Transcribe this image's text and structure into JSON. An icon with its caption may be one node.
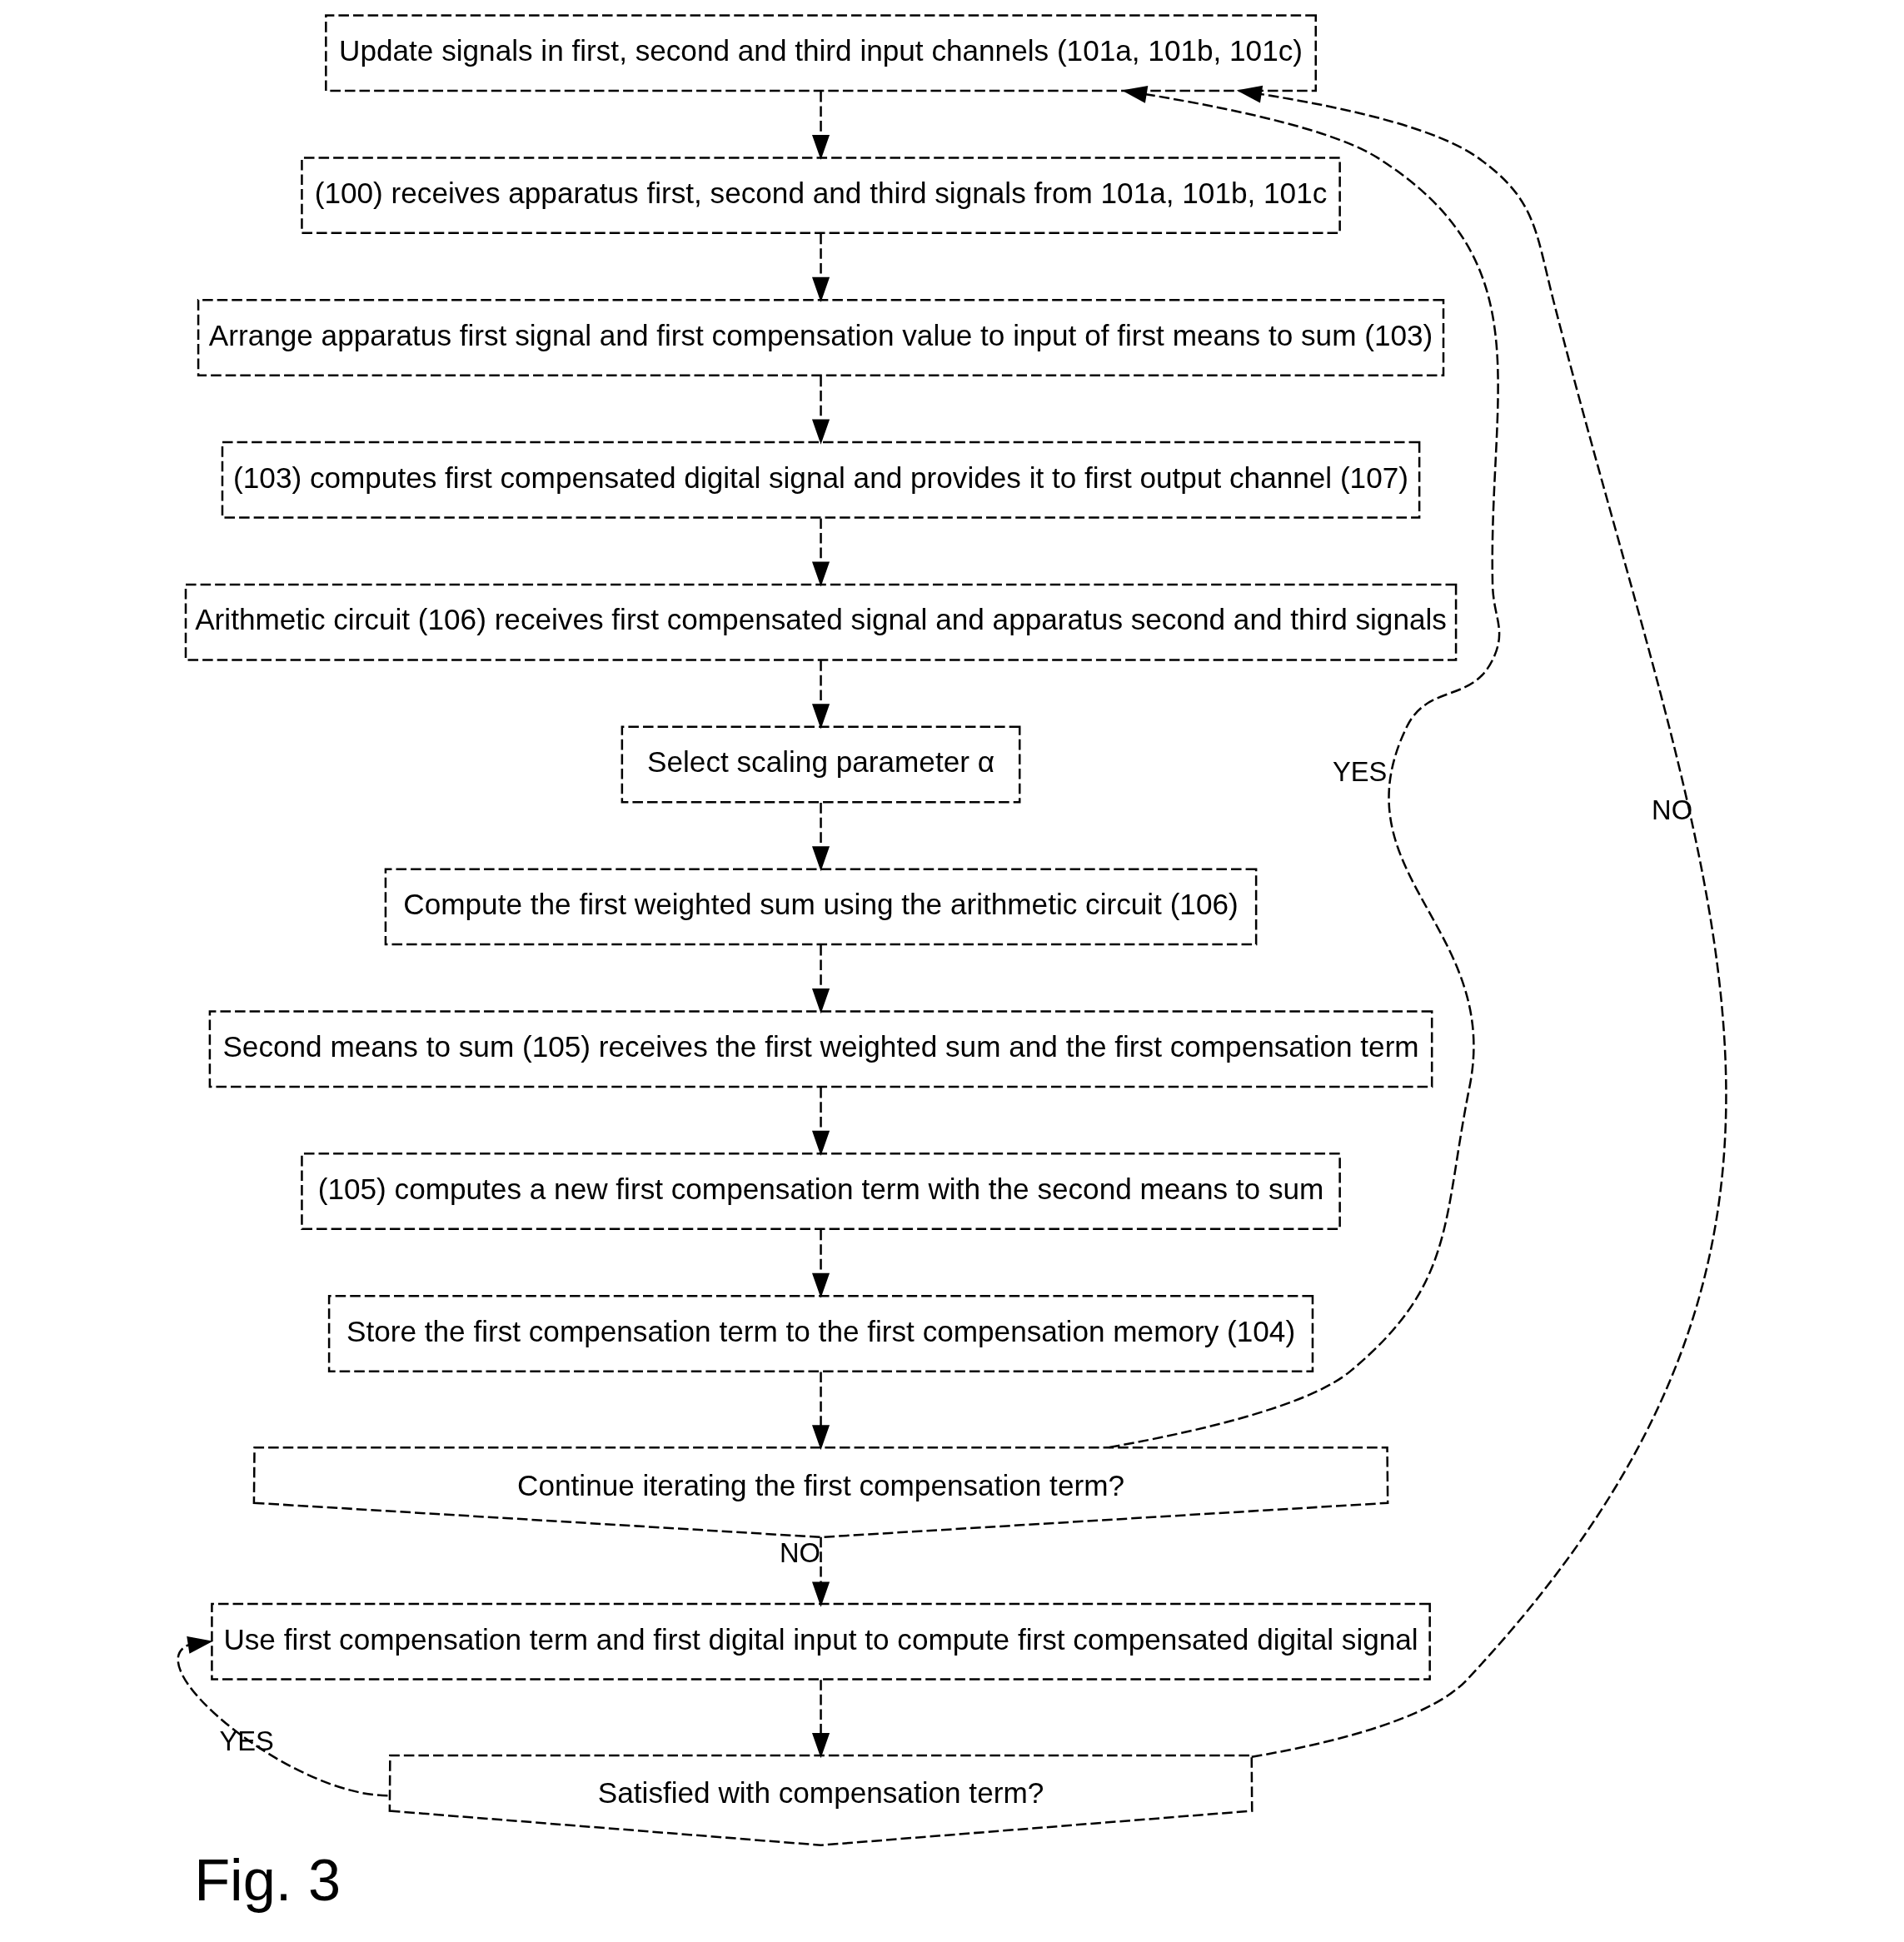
{
  "diagram": {
    "caption": "Fig. 3",
    "nodes": [
      {
        "text": [
          "Update signals in first, second and third input channels (101a, 101b, 101c)"
        ]
      },
      {
        "text": [
          "(100) receives apparatus first, second and third signals from 101a, 101b, 101c"
        ]
      },
      {
        "text": [
          "Arrange apparatus first signal and first compensation value to input of first means to sum (103)"
        ]
      },
      {
        "text": [
          "(103) computes first compensated digital signal and provides it to first output channel (107)"
        ]
      },
      {
        "text": [
          "Arithmetic circuit (106) receives first compensated signal and apparatus second and third signals"
        ]
      },
      {
        "text": [
          "Select scaling parameter α"
        ]
      },
      {
        "text": [
          "Compute the first weighted sum using the arithmetic circuit (106)"
        ]
      },
      {
        "text": [
          "Second means to sum (105) receives the first weighted sum and the first compensation term"
        ]
      },
      {
        "text": [
          "(105) computes a new first compensation term with the second means to sum"
        ]
      },
      {
        "text": [
          "Store the first compensation term to the first compensation memory (104)"
        ]
      },
      {
        "text": [
          "Continue iterating the first compensation term?"
        ]
      },
      {
        "text": [
          "Use first compensation term and first digital input to compute first compensated digital signal"
        ]
      },
      {
        "text": [
          "Satisfied with compensation term?"
        ]
      }
    ],
    "edges": [
      {
        "from": 0,
        "to": 1,
        "arrow": "to"
      },
      {
        "from": 1,
        "to": 2,
        "arrow": "to"
      },
      {
        "from": 2,
        "to": 3,
        "arrow": "to"
      },
      {
        "from": 3,
        "to": 4,
        "arrow": "to"
      },
      {
        "from": 4,
        "to": 5,
        "arrow": "to"
      },
      {
        "from": 5,
        "to": 6,
        "arrow": "to"
      },
      {
        "from": 6,
        "to": 7,
        "arrow": "to"
      },
      {
        "from": 7,
        "to": 8,
        "arrow": "to"
      },
      {
        "from": 8,
        "to": 9,
        "arrow": "to"
      },
      {
        "from": 9,
        "to": 10,
        "arrow": "to"
      },
      {
        "from": 10,
        "to": 0,
        "arrow": "to",
        "label": "YES"
      },
      {
        "from": 10,
        "to": 11,
        "arrow": "to",
        "label": "NO"
      },
      {
        "from": 11,
        "to": 12,
        "arrow": "to"
      },
      {
        "from": 12,
        "to": 11,
        "arrow": "to",
        "label": "YES"
      },
      {
        "from": 12,
        "to": 0,
        "arrow": "to",
        "label": "NO"
      }
    ]
  }
}
